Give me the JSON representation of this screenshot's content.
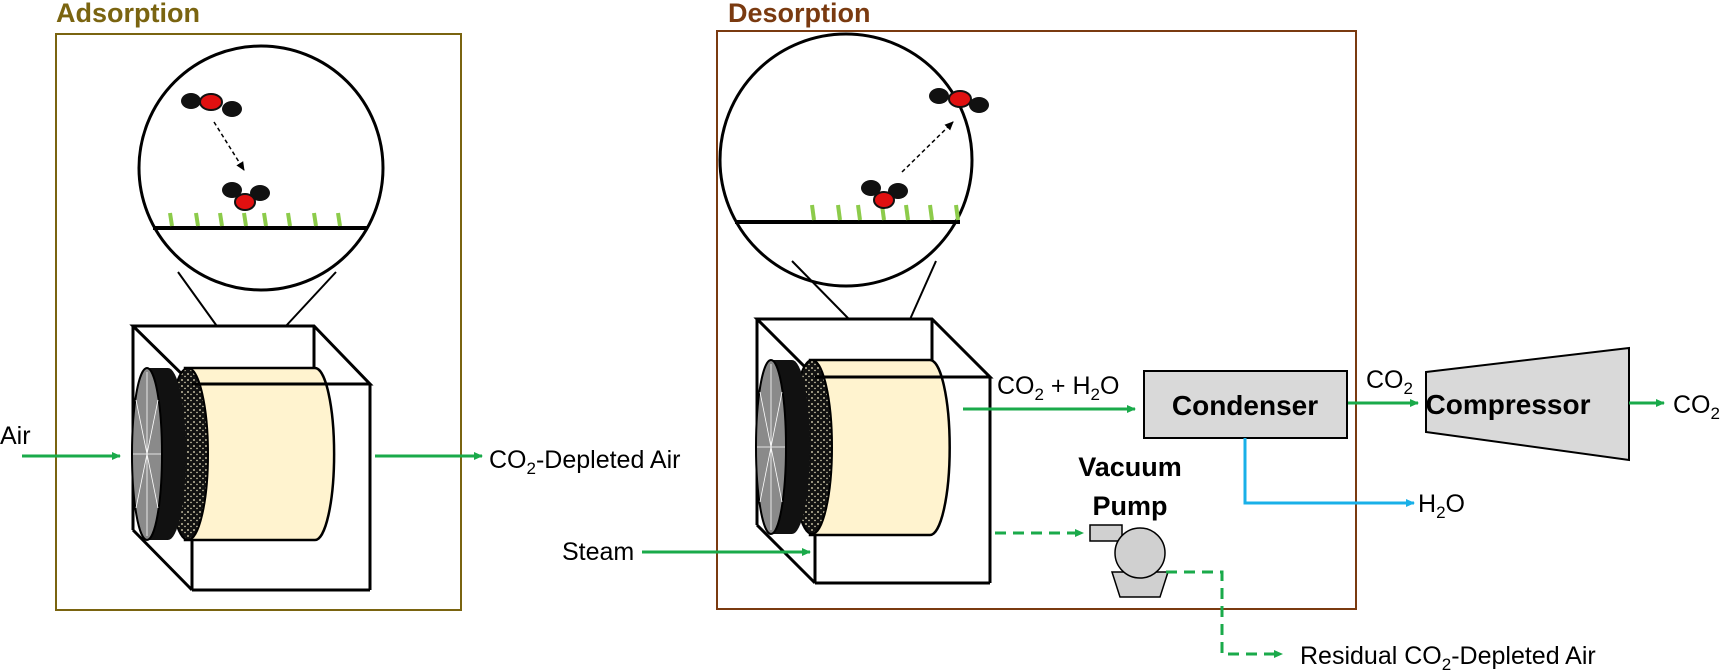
{
  "sections": {
    "adsorption": {
      "title": "Adsorption",
      "color": "#7a6410"
    },
    "desorption": {
      "title": "Desorption",
      "color": "#7a3a10"
    }
  },
  "labels": {
    "air": "Air",
    "co2_depleted_pre": "CO",
    "co2_depleted_sub": "2",
    "co2_depleted_post": "-Depleted Air",
    "steam": "Steam",
    "co2_h2o_a": "CO",
    "co2_h2o_a_sub": "2",
    "co2_h2o_mid": " + H",
    "co2_h2o_b_sub": "2",
    "co2_h2o_end": "O",
    "condenser": "Condenser",
    "co2_mid": "CO",
    "co2_mid_sub": "2",
    "compressor": "Compressor",
    "co2_out": "CO",
    "co2_out_sub": "2",
    "h2o_pre": "H",
    "h2o_sub": "2",
    "h2o_post": "O",
    "vacuum_line1": "Vacuum",
    "vacuum_line2": "Pump",
    "residual_pre": "Residual CO",
    "residual_sub": "2",
    "residual_post": "-Depleted Air"
  },
  "colors": {
    "flow_green": "#1aaa4a",
    "water_blue": "#19b0e8",
    "unit_gray": "#d9d9d9",
    "sorbent_cream": "#fff3cf",
    "sorbent_site_green": "#8ccb4a",
    "oxygen_black": "#111111",
    "carbon_red": "#e01010"
  }
}
